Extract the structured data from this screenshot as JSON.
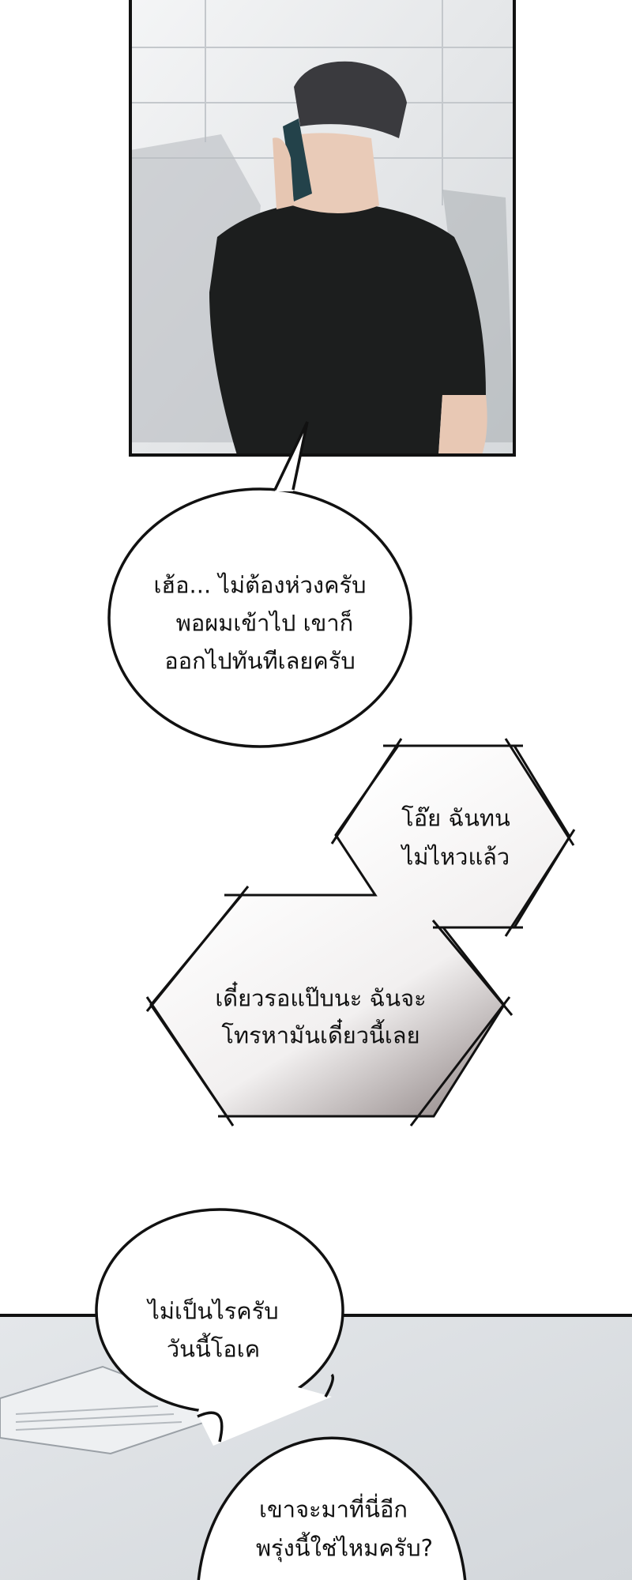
{
  "bubbles": {
    "b1": [
      "เฮ้อ... ไม่ต้องห่วงครับ",
      "พอผมเข้าไป เขาก็",
      "ออกไปทันทีเลยครับ"
    ],
    "b2": [
      "โอ๊ย ฉันทน",
      "ไม่ไหวแล้ว"
    ],
    "b3": [
      "เดี๋ยวรอแป๊บนะ ฉันจะ",
      "โทรหามันเดี๋ยวนี้เลย"
    ],
    "b4": [
      "ไม่เป็นไรครับ",
      "วันนี้โอเค"
    ],
    "b5": [
      "เขาจะมาที่นี่อีก",
      "พรุ่งนี้ใช่ไหมครับ?"
    ]
  },
  "colors": {
    "ink": "#111111",
    "panel_bg": "#e9ecee",
    "shirt": "#1c1e1e",
    "lower_bg": "#dfe2e5"
  }
}
